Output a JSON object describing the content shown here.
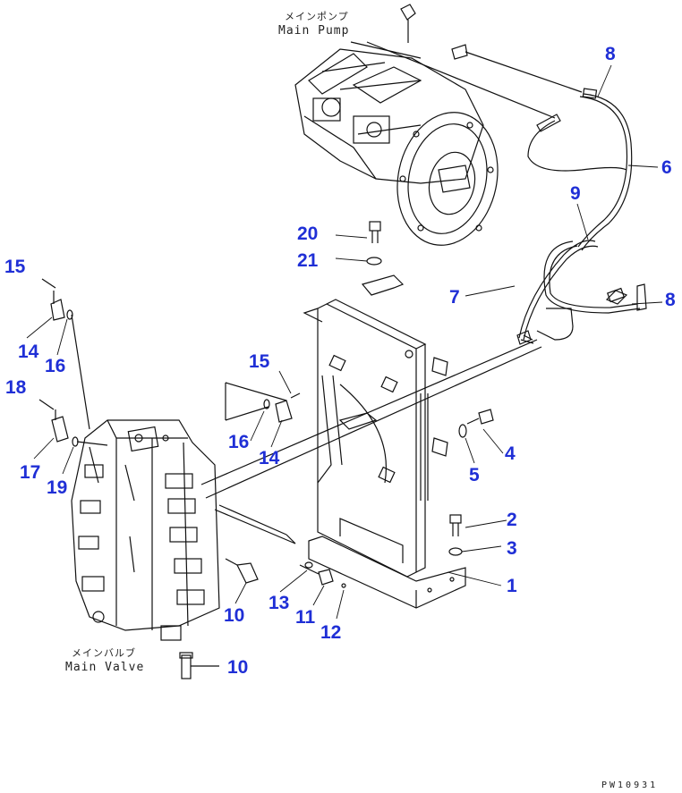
{
  "labels": {
    "main_pump_jp": "メインポンプ",
    "main_pump_en": "Main Pump",
    "main_valve_jp": "メインバルブ",
    "main_valve_en": "Main Valve",
    "drawing_code": "PW10931"
  },
  "callouts": {
    "c1": "1",
    "c2": "2",
    "c3": "3",
    "c4": "4",
    "c5": "5",
    "c6": "6",
    "c7": "7",
    "c8a": "8",
    "c8b": "8",
    "c9": "9",
    "c10a": "10",
    "c10b": "10",
    "c11": "11",
    "c12": "12",
    "c13": "13",
    "c14a": "14",
    "c14b": "14",
    "c15a": "15",
    "c15b": "15",
    "c16a": "16",
    "c16b": "16",
    "c17": "17",
    "c18": "18",
    "c19": "19",
    "c20": "20",
    "c21": "21"
  },
  "colors": {
    "callout": "#1f2fd6",
    "line": "#111111"
  }
}
